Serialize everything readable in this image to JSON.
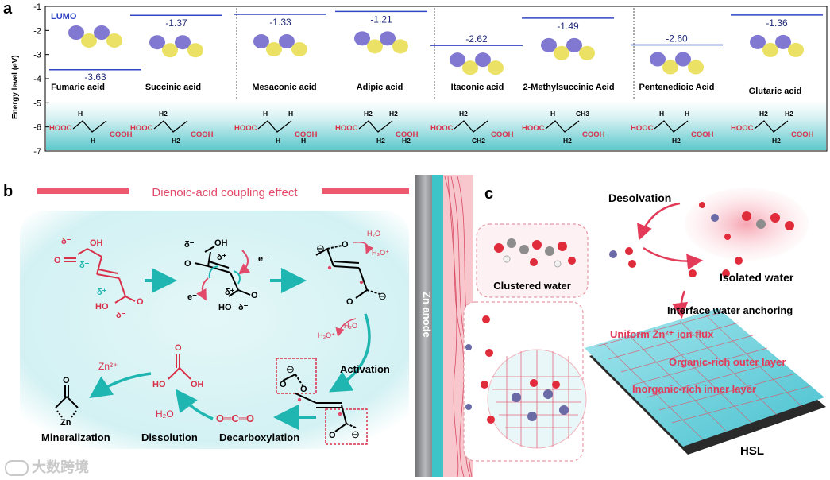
{
  "panel_a": {
    "letter": "a",
    "legend": "LUMO",
    "y_axis_label": "Energy level (eV)",
    "y_ticks": [
      "-1",
      "-2",
      "-3",
      "-4",
      "-5",
      "-6",
      "-7"
    ],
    "molecules": [
      {
        "name": "Fumaric acid",
        "lumo": "-3.63",
        "formula_left": "HOOC",
        "formula_right": "COOH",
        "formula_h": [
          "H",
          "H"
        ]
      },
      {
        "name": "Succinic acid",
        "lumo": "-1.37",
        "formula_left": "HOOC",
        "formula_right": "COOH",
        "formula_h": [
          "H2",
          "H2"
        ]
      },
      {
        "name": "Mesaconic acid",
        "lumo": "-1.33",
        "formula_left": "HOOC",
        "formula_right": "COOH",
        "formula_h": [
          "H",
          "H",
          "H",
          "H"
        ]
      },
      {
        "name": "Adipic acid",
        "lumo": "-1.21",
        "formula_left": "HOOC",
        "formula_right": "COOH",
        "formula_h": [
          "H2",
          "H2",
          "H2",
          "H2"
        ]
      },
      {
        "name": "Itaconic acid",
        "lumo": "-2.62",
        "formula_left": "HOOC",
        "formula_right": "COOH",
        "formula_h": [
          "H2",
          "CH2"
        ]
      },
      {
        "name": "2-Methylsuccinic Acid",
        "lumo": "-1.49",
        "formula_left": "HOOC",
        "formula_right": "COOH",
        "formula_h": [
          "H",
          "H2",
          "CH3"
        ]
      },
      {
        "name": "Pentenedioic Acid",
        "lumo": "-2.60",
        "formula_left": "HOOC",
        "formula_right": "COOH",
        "formula_h": [
          "H",
          "H2",
          "H"
        ]
      },
      {
        "name": "Glutaric acid",
        "lumo": "-1.36",
        "formula_left": "HOOC",
        "formula_right": "COOH",
        "formula_h": [
          "H2",
          "H2",
          "H2"
        ]
      }
    ],
    "chart_data": {
      "type": "bar",
      "categories": [
        "Fumaric acid",
        "Succinic acid",
        "Mesaconic acid",
        "Adipic acid",
        "Itaconic acid",
        "2-Methylsuccinic Acid",
        "Pentenedioic Acid",
        "Glutaric acid"
      ],
      "values": [
        -3.63,
        -1.37,
        -1.33,
        -1.21,
        -2.62,
        -1.49,
        -2.6,
        -1.36
      ],
      "ylabel": "Energy level (eV)",
      "ylim": [
        -7,
        -1
      ]
    }
  },
  "panel_b": {
    "letter": "b",
    "title": "Dienoic-acid coupling effect",
    "delta_minus": "δ⁻",
    "delta_plus": "δ⁺",
    "oh": "OH",
    "ho": "HO",
    "o": "O",
    "e_minus": "e⁻",
    "h2o": "H₂O",
    "h3o": "H₃O⁺",
    "minus_sign": "⊖",
    "activation": "Activation",
    "decarboxylation": "Decarboxylation",
    "co2": "O═C═O",
    "dissolution": "Dissolution",
    "dissolution_h2o": "H₂O",
    "mineralization": "Mineralization",
    "zn2": "Zn²⁺",
    "zn": "Zn"
  },
  "panel_c": {
    "letter": "c",
    "zn_anode": "Zn anode",
    "desolvation": "Desolvation",
    "clustered_water": "Clustered water",
    "isolated_water": "Isolated water",
    "interface_anchoring": "Interface water anchoring",
    "uniform_flux": "Uniform Zn²⁺ ion flux",
    "organic_outer": "Organic-rich outer layer",
    "inorganic_inner": "Inorganic-rich inner layer",
    "hsl": "HSL"
  },
  "watermark": "大数跨境",
  "colors": {
    "lumo_line": "#3346c4",
    "red": "#d9304a",
    "teal": "#1fb6b1",
    "pink_bar": "#ee5a6d",
    "background_teal": "#c9eef0"
  }
}
